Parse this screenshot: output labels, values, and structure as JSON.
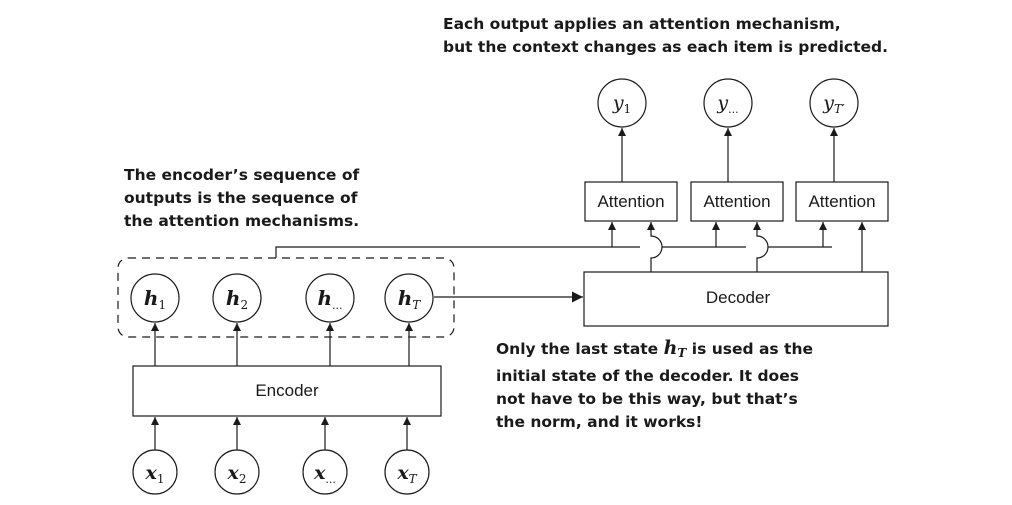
{
  "annotations": {
    "top": {
      "line1": "Each output applies an attention mechanism,",
      "line2": "but the context changes as each item is predicted."
    },
    "left": {
      "line1": "The encoder’s sequence of",
      "line2": "outputs is the sequence of",
      "line3": "the attention mechanisms."
    },
    "bottom": {
      "line1_pre": "Only the last state ",
      "line1_var": "h",
      "line1_sub": "T",
      "line1_post": " is used as the",
      "line2": "initial state of the decoder. It does",
      "line3": "not have to be this way, but that’s",
      "line4": "the norm, and it works!"
    }
  },
  "encoder": {
    "label": "Encoder"
  },
  "decoder": {
    "label": "Decoder"
  },
  "attention": [
    {
      "label": "Attention"
    },
    {
      "label": "Attention"
    },
    {
      "label": "Attention"
    }
  ],
  "inputs": [
    {
      "base": "x",
      "sub": "1"
    },
    {
      "base": "x",
      "sub": "2"
    },
    {
      "base": "x",
      "sub": "..."
    },
    {
      "base": "x",
      "sub": "T"
    }
  ],
  "hidden_states": [
    {
      "base": "h",
      "sub": "1"
    },
    {
      "base": "h",
      "sub": "2"
    },
    {
      "base": "h",
      "sub": "..."
    },
    {
      "base": "h",
      "sub": "T"
    }
  ],
  "outputs": [
    {
      "base": "y",
      "sub": "1"
    },
    {
      "base": "y",
      "sub": "..."
    },
    {
      "base": "y",
      "sub": "T′"
    }
  ]
}
